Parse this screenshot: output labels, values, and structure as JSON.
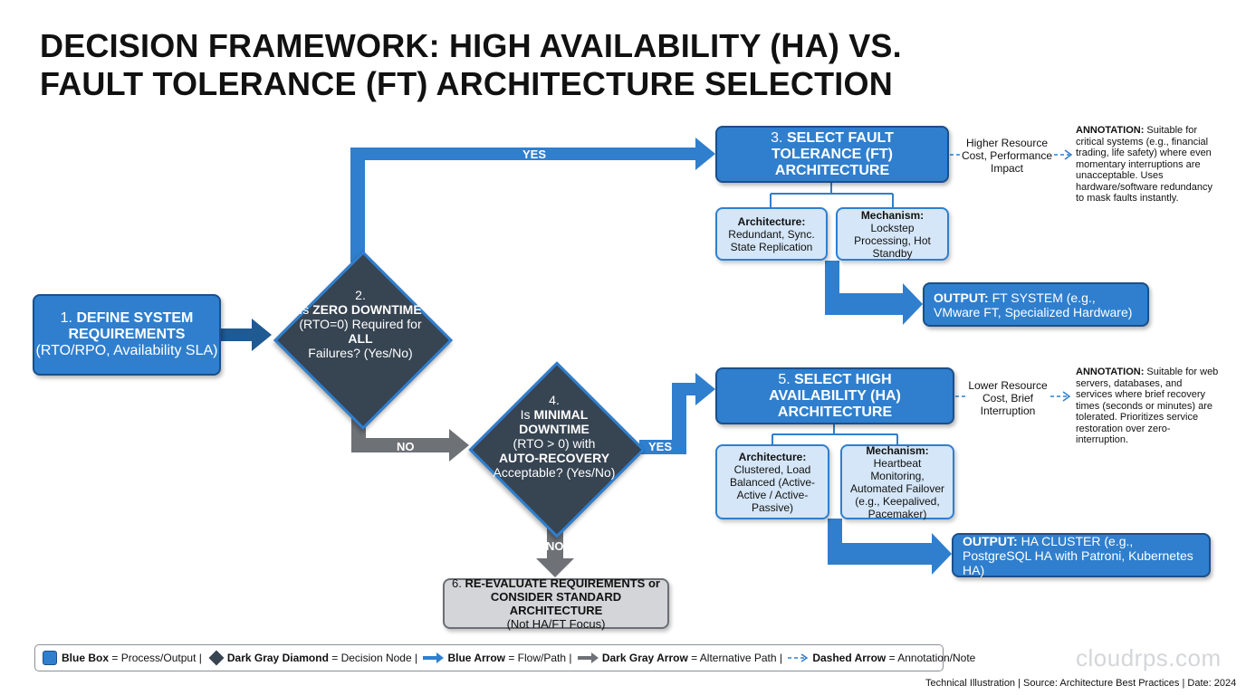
{
  "title": {
    "line1": "DECISION FRAMEWORK: HIGH AVAILABILITY (HA) VS.",
    "line2": "FAULT TOLERANCE (FT) ARCHITECTURE SELECTION"
  },
  "node1": {
    "num": "1.",
    "bold": "DEFINE SYSTEM REQUIREMENTS",
    "sub": "(RTO/RPO, Availability SLA)"
  },
  "node2": {
    "num": "2.",
    "pre": "Is",
    "bold1": "ZERO DOWNTIME",
    "mid": "(RTO=0) Required for",
    "bold2": "ALL",
    "post": "Failures? (Yes/No)"
  },
  "node3": {
    "num": "3.",
    "bold": "SELECT FAULT TOLERANCE (FT) ARCHITECTURE"
  },
  "node4": {
    "num": "4.",
    "pre": "Is",
    "bold1": "MINIMAL DOWNTIME",
    "mid": "(RTO > 0) with",
    "bold2": "AUTO-RECOVERY",
    "post": "Acceptable? (Yes/No)"
  },
  "node5": {
    "num": "5.",
    "bold": "SELECT HIGH AVAILABILITY (HA) ARCHITECTURE"
  },
  "node6": {
    "num": "6.",
    "bold": "RE-EVALUATE REQUIREMENTS or CONSIDER STANDARD ARCHITECTURE",
    "sub": "(Not HA/FT Focus)"
  },
  "labels": {
    "yes1": "YES",
    "no1": "NO",
    "yes2": "YES",
    "no2": "NO"
  },
  "ft": {
    "arch_title": "Architecture:",
    "arch_text": "Redundant, Sync. State Replication",
    "mech_title": "Mechanism:",
    "mech_text": "Lockstep Processing, Hot Standby",
    "output_bold": "OUTPUT:",
    "output_text": "FT SYSTEM (e.g., VMware FT, Specialized Hardware)",
    "cost": "Higher Resource Cost, Performance Impact",
    "annotation_bold": "ANNOTATION:",
    "annotation_text": "Suitable for critical systems (e.g., financial trading, life safety) where even momentary interruptions are unacceptable. Uses hardware/software redundancy to mask faults instantly."
  },
  "ha": {
    "arch_title": "Architecture:",
    "arch_text": "Clustered, Load Balanced (Active-Active / Active-Passive)",
    "mech_title": "Mechanism:",
    "mech_text": "Heartbeat Monitoring, Automated Failover (e.g., Keepalived, Pacemaker)",
    "output_bold": "OUTPUT:",
    "output_text": "HA CLUSTER (e.g., PostgreSQL HA with Patroni, Kubernetes HA)",
    "cost": "Lower Resource Cost, Brief Interruption",
    "annotation_bold": "ANNOTATION:",
    "annotation_text": "Suitable for web servers, databases, and services where brief recovery times (seconds or minutes) are tolerated. Prioritizes service restoration over zero-interruption."
  },
  "legend": {
    "blue_box_bold": "Blue Box",
    "blue_box_text": "= Process/Output |",
    "diamond_bold": "Dark Gray Diamond",
    "diamond_text": "= Decision Node |",
    "blue_arrow_bold": "Blue Arrow",
    "blue_arrow_text": "= Flow/Path |",
    "gray_arrow_bold": "Dark Gray Arrow",
    "gray_arrow_text": "= Alternative Path |",
    "dashed_bold": "Dashed Arrow",
    "dashed_text": "= Annotation/Note"
  },
  "watermark": "cloudrps.com",
  "footer": "Technical Illustration | Source: Architecture Best Practices | Date: 2024",
  "colors": {
    "blue": "#2f7fce",
    "dark_blue": "#1b4f8a",
    "diamond": "#374452",
    "gray_arrow": "#6e7176",
    "light_blue": "#d4e6f7"
  }
}
